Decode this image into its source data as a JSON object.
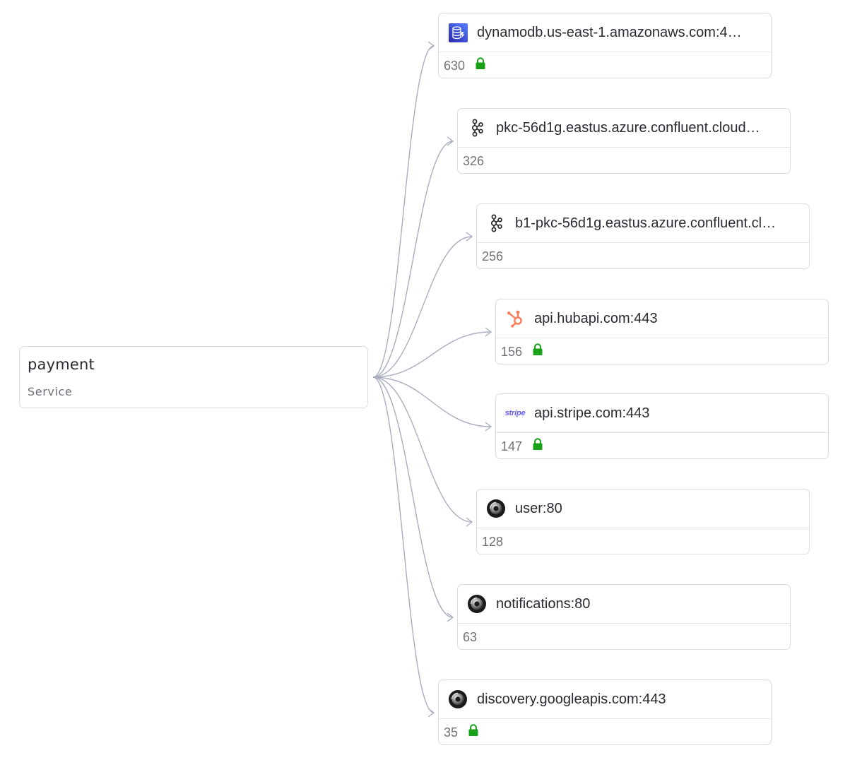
{
  "colors": {
    "edge": "#a9afc0",
    "lock": "#1aa11a",
    "node_border": "#dcdde2"
  },
  "source": {
    "name": "payment",
    "type": "Service"
  },
  "targets": [
    {
      "name": "dynamodb.us-east-1.amazonaws.com:4…",
      "count": "630",
      "icon": "dynamodb-icon",
      "secure": true
    },
    {
      "name": "pkc-56d1g.eastus.azure.confluent.cloud…",
      "count": "326",
      "icon": "kafka-icon",
      "secure": false
    },
    {
      "name": "b1-pkc-56d1g.eastus.azure.confluent.cl…",
      "count": "256",
      "icon": "kafka-icon",
      "secure": false
    },
    {
      "name": "api.hubapi.com:443",
      "count": "156",
      "icon": "hubspot-icon",
      "secure": true
    },
    {
      "name": "api.stripe.com:443",
      "count": "147",
      "icon": "stripe-icon",
      "icon_text": "stripe",
      "secure": true
    },
    {
      "name": "user:80",
      "count": "128",
      "icon": "service-ring-icon",
      "secure": false
    },
    {
      "name": "notifications:80",
      "count": "63",
      "icon": "service-ring-icon",
      "secure": false
    },
    {
      "name": "discovery.googleapis.com:443",
      "count": "35",
      "icon": "service-ring-icon",
      "secure": true
    }
  ]
}
